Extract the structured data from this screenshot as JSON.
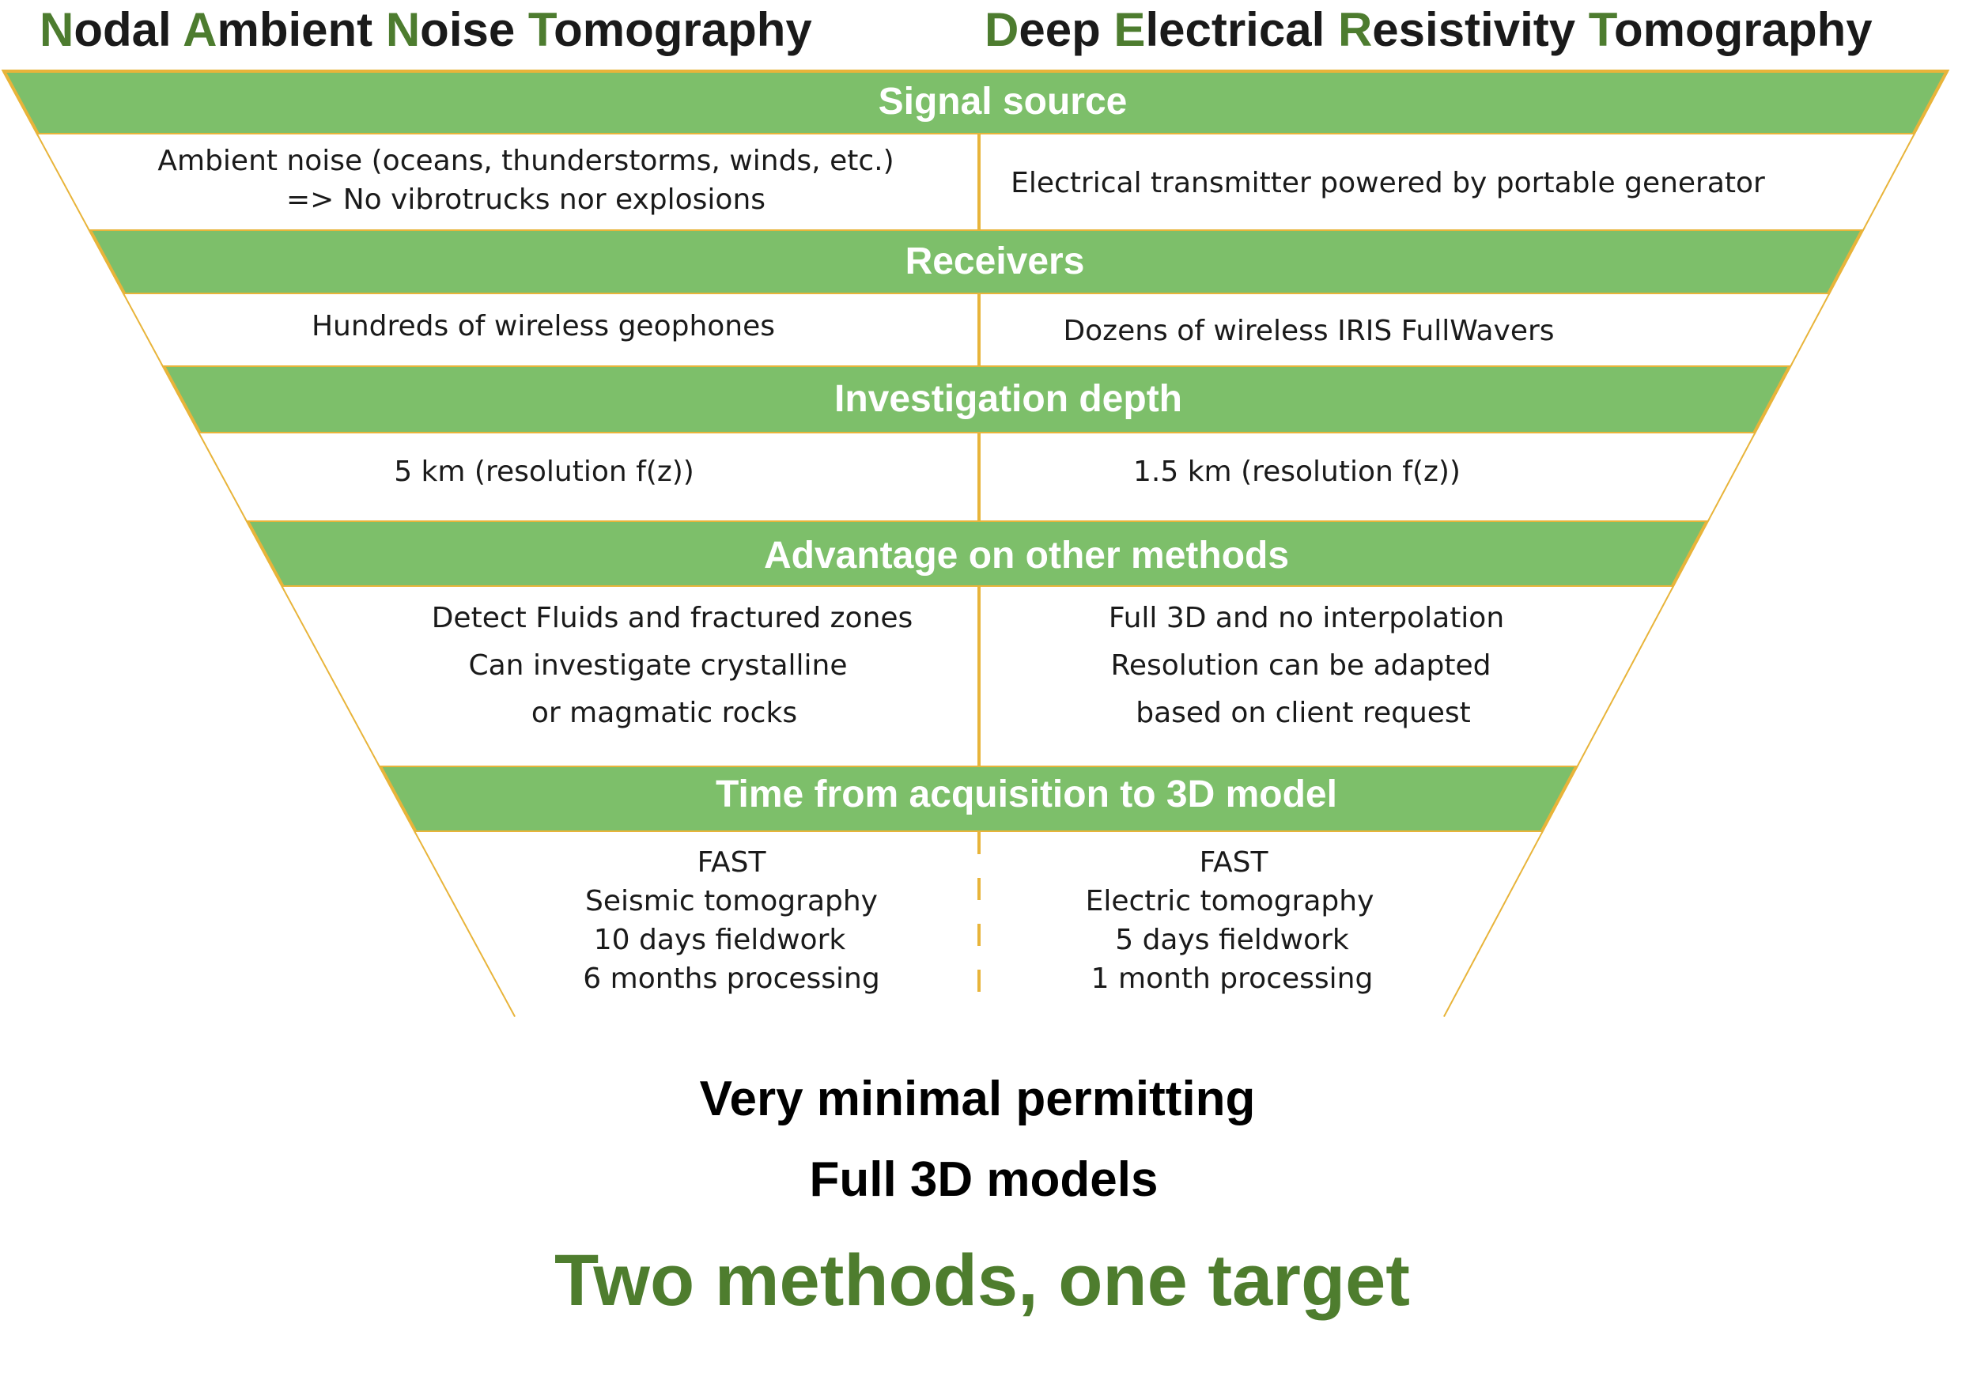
{
  "colors": {
    "green_band": "#7dbf6a",
    "outline": "#e8b43a",
    "accent_letter": "#4d7c2f",
    "tagline": "#4e7d2e",
    "title_text": "#1a1a1a"
  },
  "titles": {
    "left": [
      {
        "initial": "N",
        "rest": "odal "
      },
      {
        "initial": "A",
        "rest": "mbient "
      },
      {
        "initial": "N",
        "rest": "oise "
      },
      {
        "initial": "T",
        "rest": "omography"
      }
    ],
    "right": [
      {
        "initial": "D",
        "rest": "eep "
      },
      {
        "initial": "E",
        "rest": "lectrical "
      },
      {
        "initial": "R",
        "rest": "esistivity "
      },
      {
        "initial": "T",
        "rest": "omography"
      }
    ]
  },
  "sections": [
    {
      "header": "Signal source",
      "left": [
        "Ambient noise (oceans, thunderstorms, winds, etc.)",
        "=> No vibrotrucks nor explosions"
      ],
      "right": [
        "Electrical transmitter powered by portable generator"
      ]
    },
    {
      "header": "Receivers",
      "left": [
        "Hundreds of wireless geophones"
      ],
      "right": [
        "Dozens of wireless  IRIS FullWavers"
      ]
    },
    {
      "header": "Investigation depth",
      "left": [
        "5 km (resolution f(z))"
      ],
      "right": [
        "1.5 km (resolution f(z))"
      ]
    },
    {
      "header": "Advantage on other methods",
      "left": [
        "Detect Fluids and fractured zones",
        "Can investigate crystalline",
        "or magmatic rocks"
      ],
      "right": [
        "Full 3D and no interpolation",
        "Resolution can be adapted",
        "based on client request"
      ]
    },
    {
      "header": "Time from acquisition to 3D model",
      "left": [
        "FAST",
        "Seismic tomography",
        "10 days fieldwork",
        "6 months processing"
      ],
      "right": [
        "FAST",
        "Electric tomography",
        "5 days fieldwork",
        "1 month processing"
      ]
    }
  ],
  "footer": {
    "line1": "Very minimal permitting",
    "line2": "Full 3D models",
    "tagline": "Two methods, one target"
  }
}
